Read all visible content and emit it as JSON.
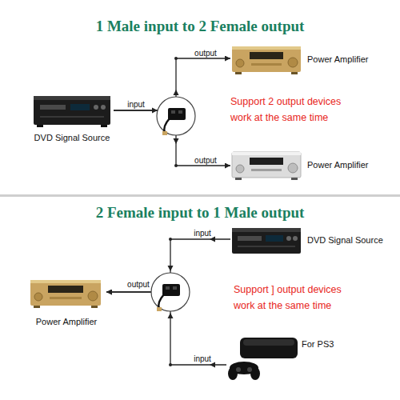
{
  "diagram": {
    "title": "1 Male input to 2 Female output",
    "nodes": [
      {
        "text": [
          "Power Amplifier"
        ]
      },
      {
        "text": [
          "DVD Signal Source"
        ]
      },
      {
        "text": [
          "Power Amplifier"
        ]
      },
      {
        "text": [
          "DVD Signal Source"
        ]
      },
      {
        "text": [
          "Power Amplifier"
        ]
      },
      {
        "text": [
          "For PS3"
        ]
      }
    ],
    "edges": [
      {
        "from": 1,
        "to": 0,
        "arrow": "to",
        "label": "output"
      },
      {
        "from": 1,
        "to": 2,
        "arrow": "to",
        "label": "output"
      },
      {
        "from": 3,
        "to": 4,
        "arrow": "to",
        "label": "input"
      },
      {
        "from": 5,
        "to": 4,
        "arrow": "to",
        "label": "input"
      }
    ],
    "labels": [
      "input",
      "Support 2 output devices work at the same time",
      "2 Female input to 1 Male output",
      "output",
      "Support ] output devices work at the same time"
    ]
  }
}
